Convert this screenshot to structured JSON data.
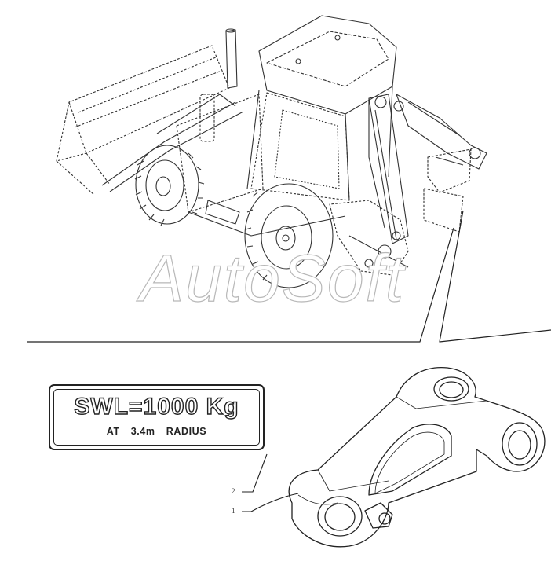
{
  "watermark": {
    "text": "AutoSoft"
  },
  "label_plate": {
    "line1": "SWL=1000 Kg",
    "line2": "AT 3.4m RADIUS"
  },
  "callouts": [
    {
      "id": "2"
    },
    {
      "id": "1"
    }
  ]
}
